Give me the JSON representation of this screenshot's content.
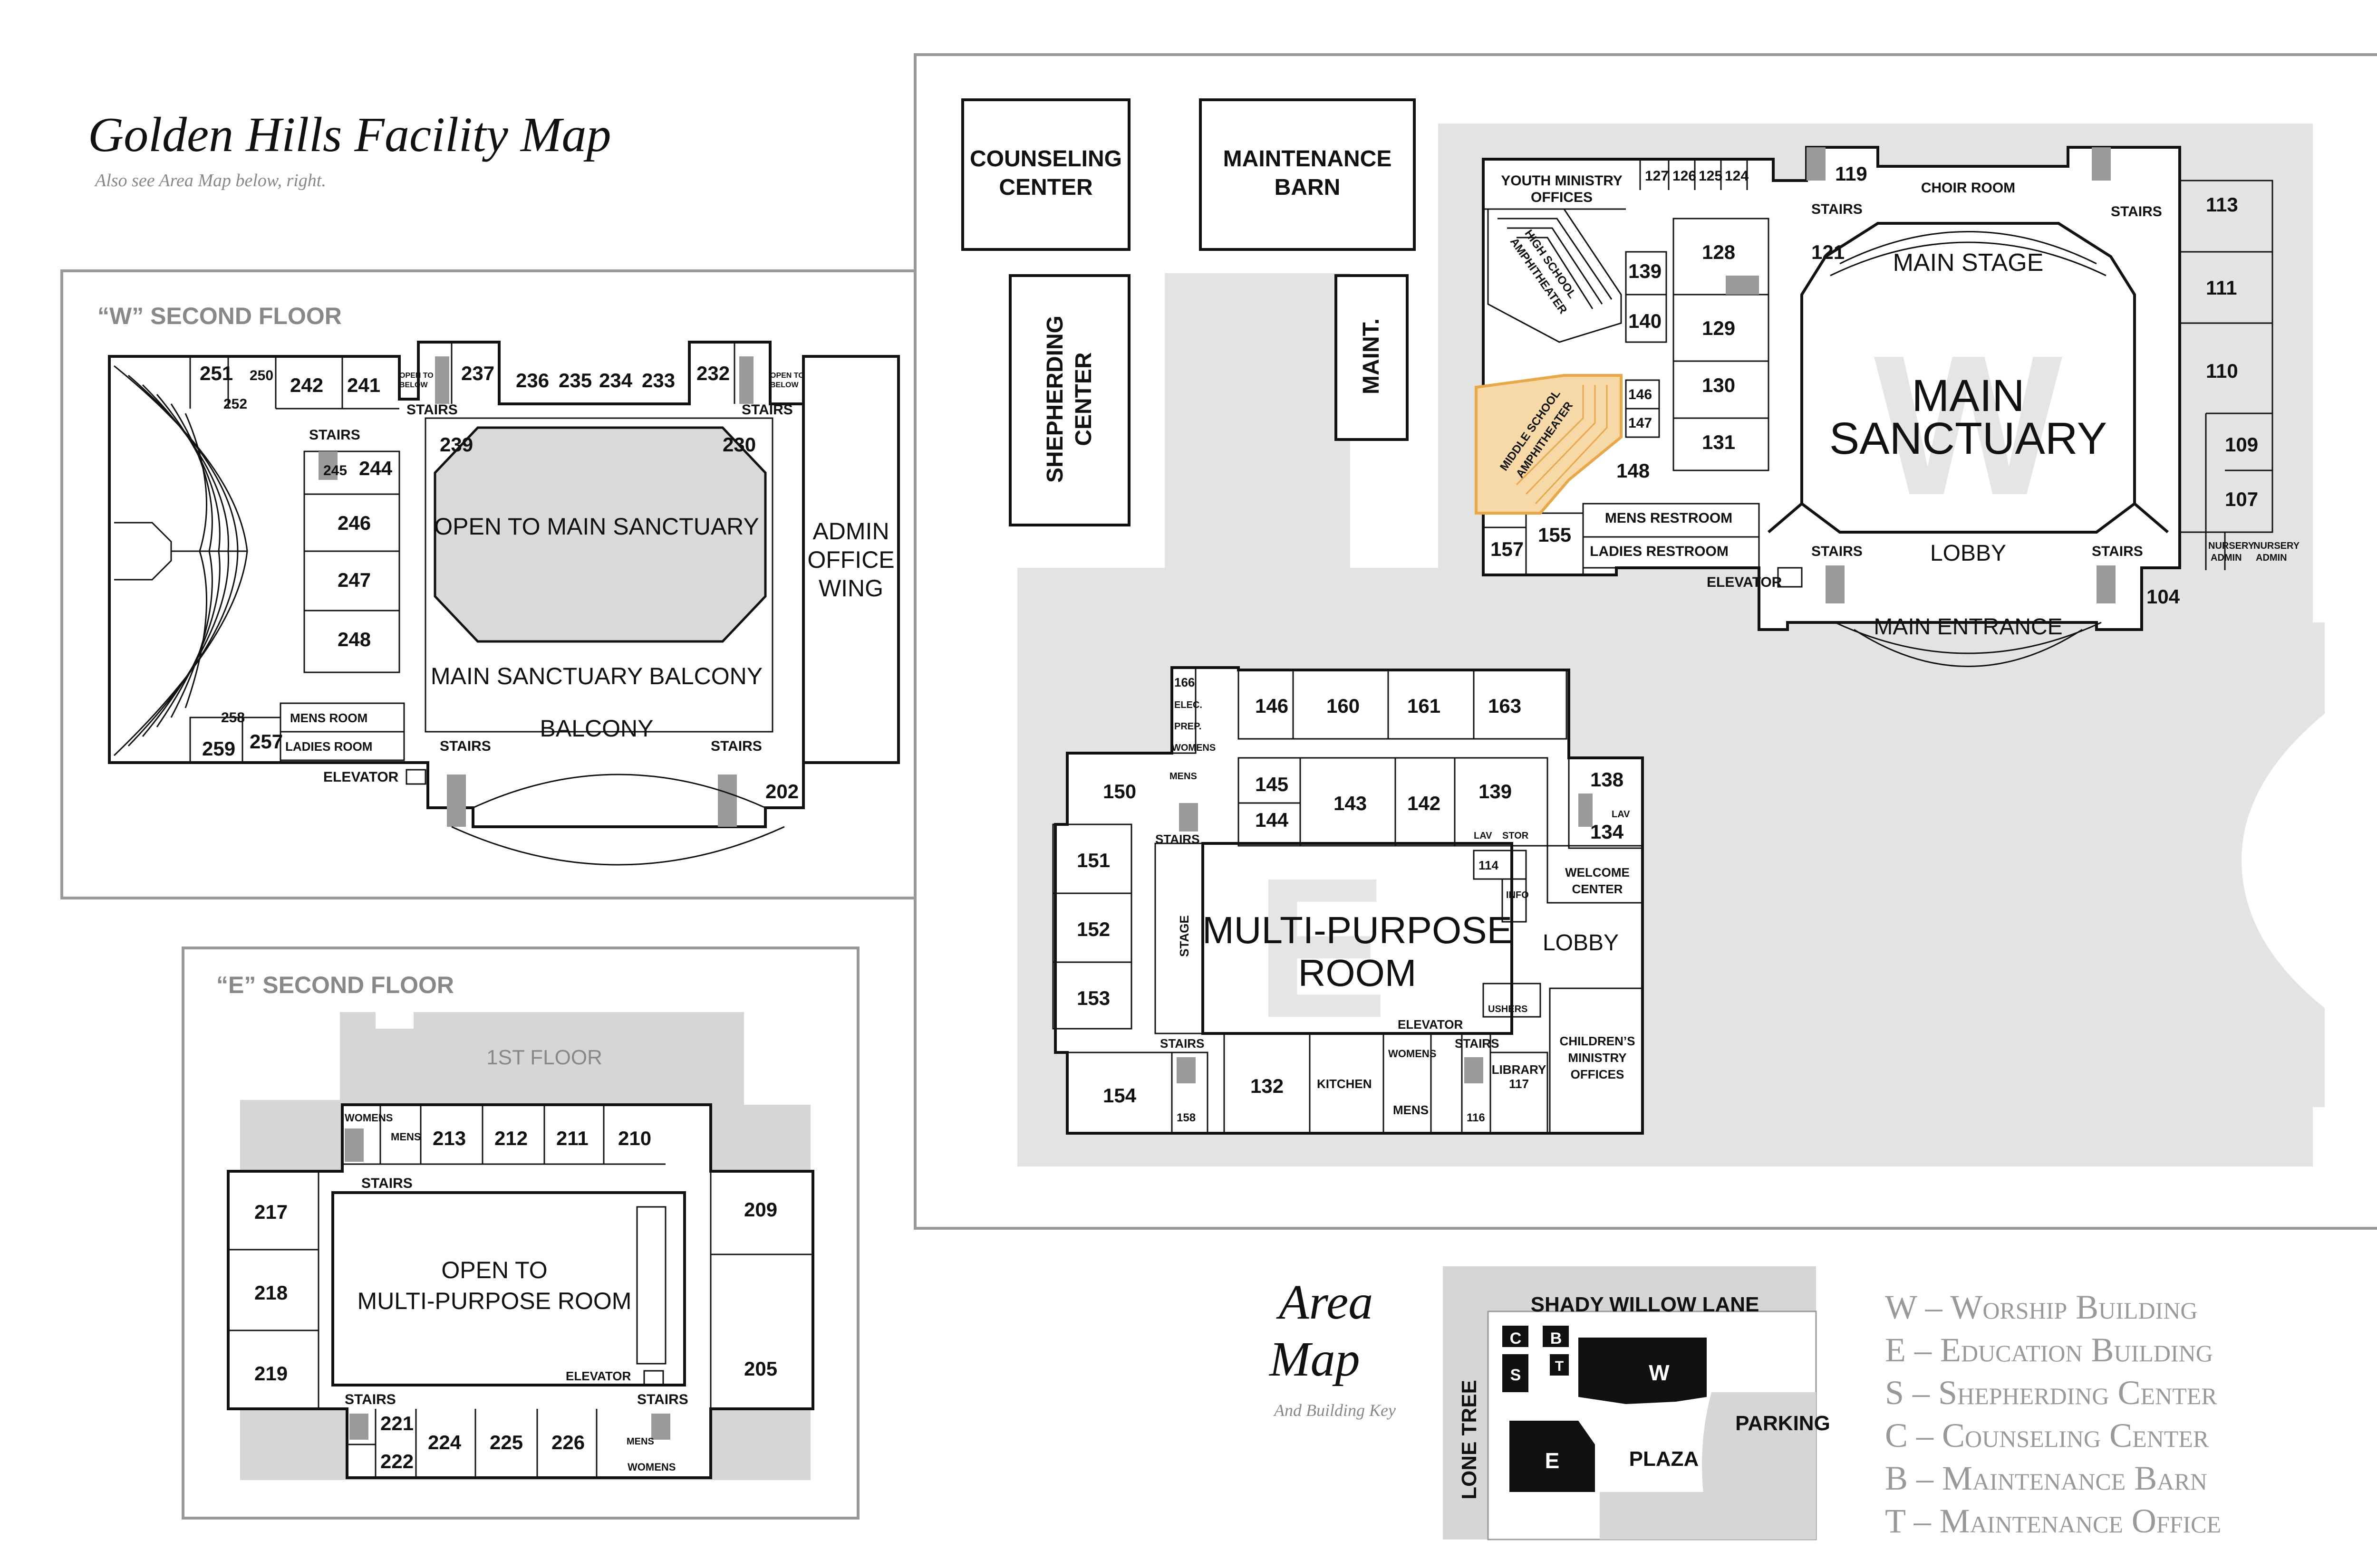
{
  "title": "Golden Hills Facility Map",
  "subtitle": "Also see Area Map below, right.",
  "w_second": {
    "heading": "“W” SECOND FLOOR",
    "rooms": [
      "251",
      "250",
      "242",
      "241",
      "237",
      "236",
      "235",
      "234",
      "233",
      "232",
      "252",
      "244",
      "246",
      "247",
      "248",
      "239",
      "230",
      "258",
      "259",
      "257",
      "202"
    ],
    "open_to": "OPEN TO MAIN SANCTUARY",
    "balcony_main": "MAIN SANCTUARY BALCONY",
    "balcony": "BALCONY",
    "admin": [
      "ADMIN",
      "OFFICE",
      "WING"
    ],
    "stairs": "STAIRS",
    "elevator": "ELEVATOR",
    "mens": "MENS ROOM",
    "ladies": "LADIES ROOM",
    "open_below": [
      "OPEN TO",
      "BELOW"
    ],
    "r245": "245"
  },
  "e_second": {
    "heading": "“E” SECOND FLOOR",
    "first_floor": "1ST FLOOR",
    "rooms": [
      "213",
      "212",
      "211",
      "210",
      "217",
      "218",
      "219",
      "209",
      "205",
      "221",
      "222",
      "224",
      "225",
      "226"
    ],
    "open_to": [
      "OPEN TO",
      "MULTI-PURPOSE ROOM"
    ],
    "womens": "WOMENS",
    "mens": "MENS",
    "stairs": "STAIRS",
    "elevator": "ELEVATOR"
  },
  "campus": {
    "counseling": [
      "COUNSELING",
      "CENTER"
    ],
    "maintenance_barn": [
      "MAINTENANCE",
      "BARN"
    ],
    "shepherding": [
      "SHEPHERDING",
      "CENTER"
    ],
    "maint": "MAINT.",
    "worship": {
      "main_sanctuary": [
        "MAIN",
        "SANCTUARY"
      ],
      "letter": "W",
      "main_stage": "MAIN STAGE",
      "choir": "CHOIR ROOM",
      "lobby": "LOBBY",
      "entrance": "MAIN ENTRANCE",
      "youth": [
        "YOUTH MINISTRY",
        "OFFICES"
      ],
      "hs_amph": [
        "HIGH SCHOOL",
        "AMPHITHEATER"
      ],
      "ms_amph": [
        "MIDDLE SCHOOL",
        "AMPHITHEATER"
      ],
      "mens": "MENS RESTROOM",
      "ladies": "LADIES RESTROOM",
      "elevator": "ELEVATOR",
      "stairs": "STAIRS",
      "nursery": [
        "NURSERY",
        "ADMIN"
      ],
      "rooms": [
        "127",
        "126",
        "125",
        "124",
        "119",
        "113",
        "111",
        "110",
        "109",
        "107",
        "104",
        "121",
        "128",
        "129",
        "130",
        "131",
        "139",
        "140",
        "146",
        "147",
        "148",
        "157",
        "155"
      ]
    },
    "education": {
      "mpr": [
        "MULTI-PURPOSE",
        "ROOM"
      ],
      "letter": "E",
      "lobby": "LOBBY",
      "stage": "STAGE",
      "kitchen": "KITCHEN",
      "welcome": [
        "WELCOME",
        "CENTER"
      ],
      "childrens": [
        "CHILDREN’S",
        "MINISTRY",
        "OFFICES"
      ],
      "library": [
        "LIBRARY",
        "117"
      ],
      "ushers": "USHERS",
      "info": "INFO",
      "elevator": "ELEVATOR",
      "stairs": "STAIRS",
      "womens": "WOMENS",
      "mens": "MENS",
      "elec": "ELEC.",
      "prep": "PREP.",
      "lav": "LAV",
      "stor": "STOR",
      "rooms": [
        "166",
        "146",
        "160",
        "161",
        "163",
        "150",
        "145",
        "144",
        "143",
        "142",
        "139",
        "138",
        "134",
        "114",
        "151",
        "152",
        "153",
        "154",
        "158",
        "132",
        "116"
      ]
    }
  },
  "area_map": {
    "title": [
      "Area",
      "Map"
    ],
    "subtitle": "And Building Key",
    "street1": "SHADY WILLOW LANE",
    "street2": "LONE TREE",
    "parking": "PARKING",
    "plaza": "PLAZA",
    "letters": [
      "C",
      "B",
      "S",
      "T",
      "W",
      "E"
    ],
    "key": [
      "W – Worship Building",
      "E – Education Building",
      "S – Shepherding Center",
      "C – Counseling Center",
      "B – Maintenance Barn",
      "T – Maintenance Office"
    ]
  },
  "colors": {
    "highlight": "#f7d9a8",
    "highlight_stroke": "#e8a84a",
    "yard": "#e3e3e3",
    "panel_border": "#999999"
  }
}
